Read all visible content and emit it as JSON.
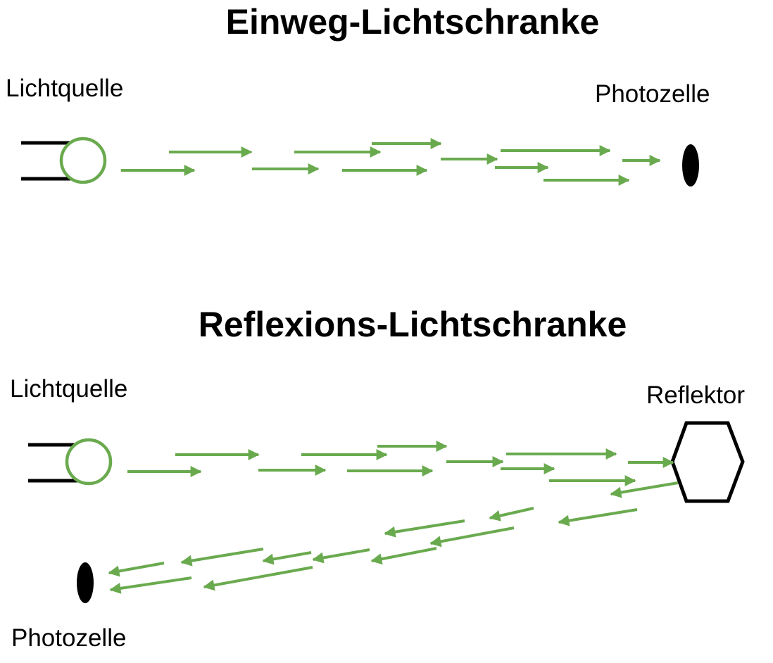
{
  "colors": {
    "beam": "#6aaa4f",
    "source_ring": "#6aaa4f",
    "outline": "#000000",
    "background": "#ffffff"
  },
  "top_section": {
    "title": "Einweg-Lichtschranke",
    "source_label": "Lichtquelle",
    "receiver_label": "Photozelle"
  },
  "bottom_section": {
    "title": "Reflexions-Lichtschranke",
    "source_label": "Lichtquelle",
    "reflector_label": "Reflektor",
    "receiver_label": "Photozelle"
  }
}
